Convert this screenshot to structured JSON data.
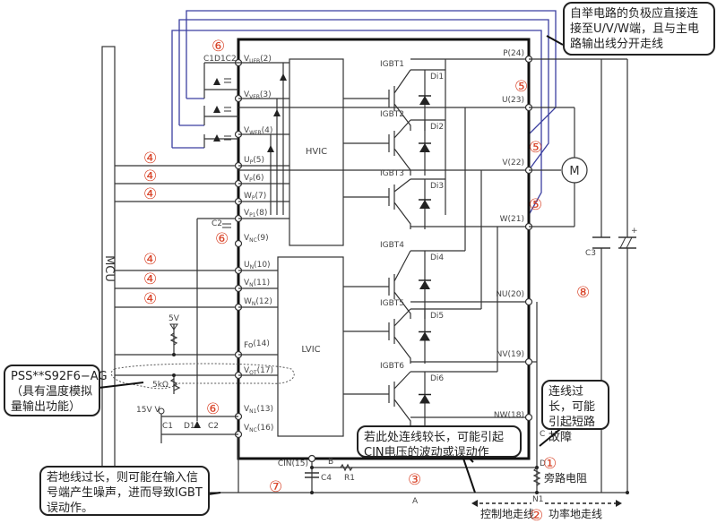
{
  "mcu_label": "MCU",
  "ic_blocks": {
    "hvic": "HVIC",
    "lvic": "LVIC"
  },
  "left_pins": [
    {
      "base": "V",
      "sub": "UFB",
      "num": "(2)"
    },
    {
      "base": "V",
      "sub": "VFB",
      "num": "(3)"
    },
    {
      "base": "V",
      "sub": "WFB",
      "num": "(4)"
    },
    {
      "base": "U",
      "sub": "P",
      "num": "(5)"
    },
    {
      "base": "V",
      "sub": "P",
      "num": "(6)"
    },
    {
      "base": "W",
      "sub": "P",
      "num": "(7)"
    },
    {
      "base": "V",
      "sub": "P1",
      "num": "(8)"
    },
    {
      "base": "V",
      "sub": "NC",
      "num": "(9)"
    },
    {
      "base": "U",
      "sub": "N",
      "num": "(10)"
    },
    {
      "base": "V",
      "sub": "N",
      "num": "(11)"
    },
    {
      "base": "W",
      "sub": "N",
      "num": "(12)"
    },
    {
      "base": "Fo",
      "sub": "",
      "num": "(14)"
    },
    {
      "base": "V",
      "sub": "OT",
      "num": "(17)"
    },
    {
      "base": "V",
      "sub": "N1",
      "num": "(13)"
    },
    {
      "base": "V",
      "sub": "NC",
      "num": "(16)"
    }
  ],
  "right_pins": [
    "P(24)",
    "U(23)",
    "V(22)",
    "W(21)",
    "NU(20)",
    "NV(19)",
    "NW(18)"
  ],
  "cin_pin": "CIN(15)",
  "igbts": [
    "IGBT1",
    "IGBT2",
    "IGBT3",
    "IGBT4",
    "IGBT5",
    "IGBT6"
  ],
  "diodes": [
    "Di1",
    "Di2",
    "Di3",
    "Di4",
    "Di5",
    "Di6"
  ],
  "components": {
    "c1d1c2_top": "C1D1C2",
    "c2_mid": "C2",
    "c3": "C3",
    "c4": "C4",
    "r1": "R1",
    "c1": "C1",
    "d1": "D1",
    "c2_bot": "C2",
    "v5": "5V",
    "r5k": "5kΩ",
    "v15": "15V V",
    "v15_sub": "D",
    "motor": "M",
    "plus": "+"
  },
  "nodes": {
    "a": "A",
    "b": "B",
    "c": "C",
    "d": "D",
    "n1": "N1"
  },
  "circled_numbers": {
    "n1": "①",
    "n2": "②",
    "n3": "③",
    "n4": "④",
    "n5": "⑤",
    "n6": "⑥",
    "n7": "⑦",
    "n8": "⑧"
  },
  "callouts": {
    "bootstrap": "自举电路的负极应直接连接至U/V/W端，且与主电路输出线分开走线",
    "pss": "PSS**S92F6−AG（具有温度模拟量输出功能）",
    "ground_long": "若地线过长，则可能在输入信号端产生噪声，进而导致IGBT误动作。",
    "cin_long": "若此处连线较长，可能引起CIN电压的波动或误动作",
    "short_circuit": "连线过长，可能引起短路故障"
  },
  "labels": {
    "bypass_resistor": "旁路电阻",
    "control_ground": "控制地走线",
    "power_ground": "功率地走线"
  }
}
